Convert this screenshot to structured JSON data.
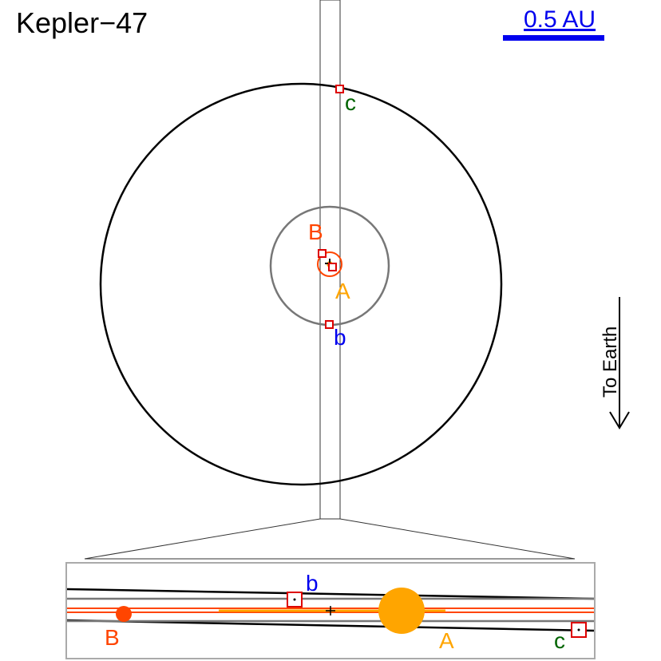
{
  "title": "Kepler−47",
  "scale_bar": {
    "label": "0.5 AU",
    "color": "#0000ee"
  },
  "direction": {
    "label": "To Earth"
  },
  "bodies": {
    "A": {
      "label": "A",
      "color": "#ffa500"
    },
    "B": {
      "label": "B",
      "color": "#ff4500"
    },
    "b": {
      "label": "b",
      "color": "#0000ee"
    },
    "c": {
      "label": "c",
      "color": "#006400"
    }
  },
  "colors": {
    "orbit_c": "#000000",
    "orbit_b": "#777777",
    "orbit_binary": "#ff4500",
    "planet_marker": "#dd0000",
    "panel_border": "#aaaaaa"
  }
}
